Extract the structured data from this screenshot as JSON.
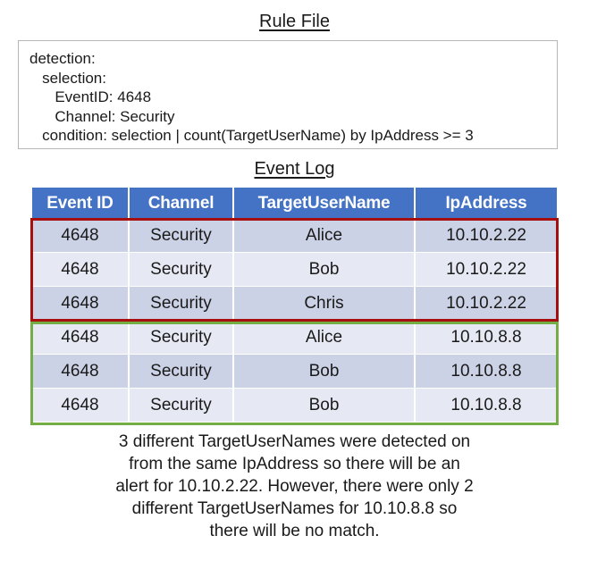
{
  "rule_section": {
    "title": "Rule File",
    "lines": [
      "detection:",
      "   selection:",
      "      EventID: 4648",
      "      Channel: Security",
      "   condition: selection | count(TargetUserName) by IpAddress >= 3"
    ]
  },
  "log_section": {
    "title": "Event Log",
    "columns": [
      "Event ID",
      "Channel",
      "TargetUserName",
      "IpAddress"
    ],
    "rows": [
      [
        "4648",
        "Security",
        "Alice",
        "10.10.2.22"
      ],
      [
        "4648",
        "Security",
        "Bob",
        "10.10.2.22"
      ],
      [
        "4648",
        "Security",
        "Chris",
        "10.10.2.22"
      ],
      [
        "4648",
        "Security",
        "Alice",
        "10.10.8.8"
      ],
      [
        "4648",
        "Security",
        "Bob",
        "10.10.8.8"
      ],
      [
        "4648",
        "Security",
        "Bob",
        "10.10.8.8"
      ]
    ],
    "highlights": {
      "red_group_label": "10.10.2.22",
      "red_color": "#a70f0f",
      "green_group_label": "10.10.8.8",
      "green_color": "#74ac46"
    },
    "header_color": "#4472c4",
    "row_band_dark": "#ccd2e6",
    "row_band_light": "#e6e9f3"
  },
  "caption": {
    "lines": [
      "3 different TargetUserNames were detected on",
      "from the same IpAddress so there will be an",
      "alert for 10.10.2.22. However, there were only 2",
      "different TargetUserNames for 10.10.8.8 so",
      "there will be no match."
    ]
  }
}
